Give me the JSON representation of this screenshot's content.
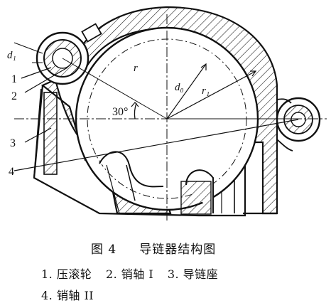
{
  "labels": {
    "d1": "d₁",
    "r": "r",
    "d0": "d₀",
    "r1": "r₁",
    "angle": "30°",
    "n1": "1",
    "n2": "2",
    "n3": "3",
    "n4": "4"
  },
  "caption": {
    "fig_no": "图 4",
    "title": "导链器结构图"
  },
  "legend": {
    "l1": "1. 压滚轮",
    "l2": "2. 销轴 I",
    "l3": "3. 导链座",
    "l4": "4. 销轴 II"
  }
}
